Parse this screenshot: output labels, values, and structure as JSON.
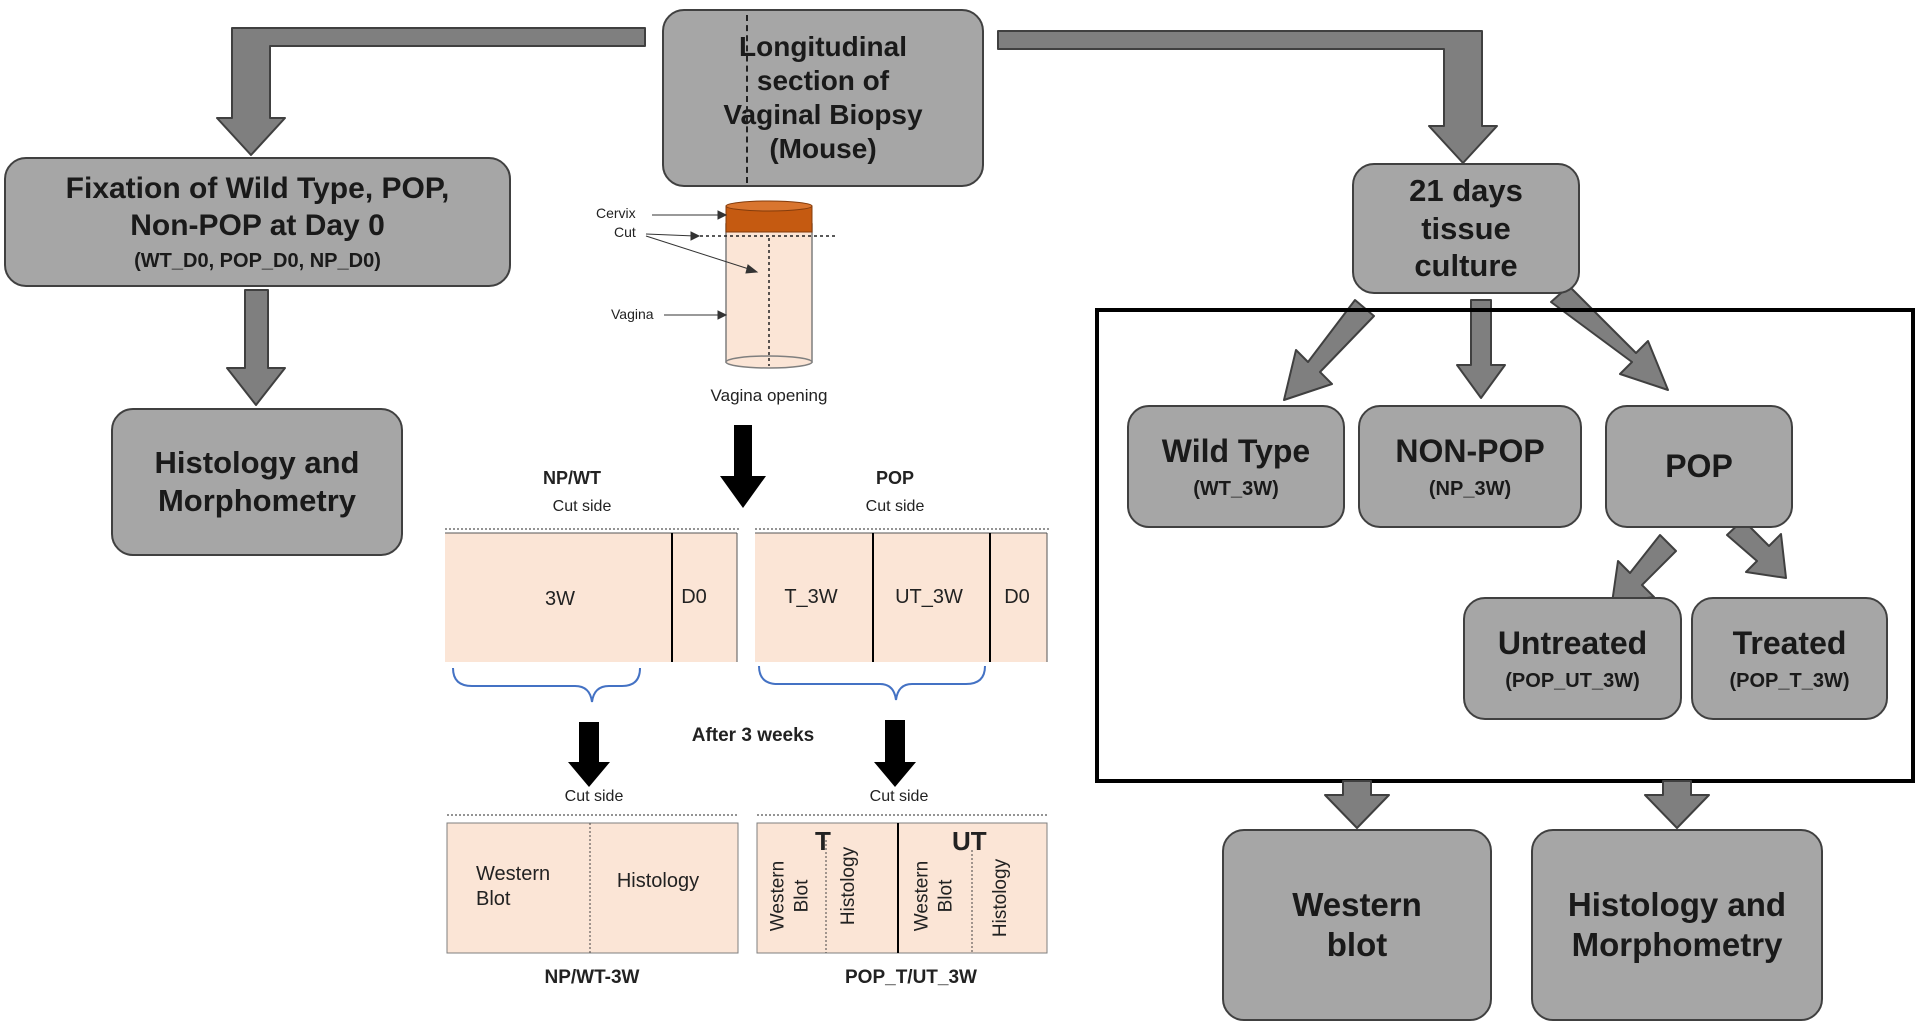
{
  "boxes": {
    "longitudinal": "Longitudinal section of Vaginal Biopsy (Mouse)",
    "fixation": "Fixation of Wild Type, POP, Non-POP at Day 0",
    "fixation_sub": "(WT_D0, POP_D0, NP_D0)",
    "histology_left": "Histology and Morphometry",
    "tissue_culture": "21 days tissue culture",
    "wild_type": "Wild Type",
    "wild_type_sub": "(WT_3W)",
    "non_pop": "NON-POP",
    "non_pop_sub": "(NP_3W)",
    "pop": "POP",
    "untreated": "Untreated",
    "untreated_sub": "(POP_UT_3W)",
    "treated": "Treated",
    "treated_sub": "(POP_T_3W)",
    "western_blot": "Western blot",
    "histology_right": "Histology and Morphometry"
  },
  "schematic": {
    "cervix": "Cervix",
    "cut": "Cut",
    "vagina": "Vagina",
    "vagina_opening": "Vagina opening",
    "np_wt_header": "NP/WT",
    "pop_header": "POP",
    "cut_side": "Cut side",
    "seg_3w": "3W",
    "seg_d0": "D0",
    "seg_t3w": "T_3W",
    "seg_ut3w": "UT_3W",
    "after_3_weeks": "After 3 weeks",
    "western_blot_split": "Western Blot",
    "western_blot_small": "Western Blot",
    "histology": "Histology",
    "t_label": "T",
    "ut_label": "UT",
    "np_wt_3w": "NP/WT-3W",
    "pop_t_ut_3w": "POP_T/UT_3W"
  },
  "colors": {
    "box_fill": "#a6a6a6",
    "arrow_fill": "#7f7f7f",
    "tissue_fill": "#fbe5d6",
    "cervix_fill": "#c55a11",
    "brace": "#4472c4"
  }
}
